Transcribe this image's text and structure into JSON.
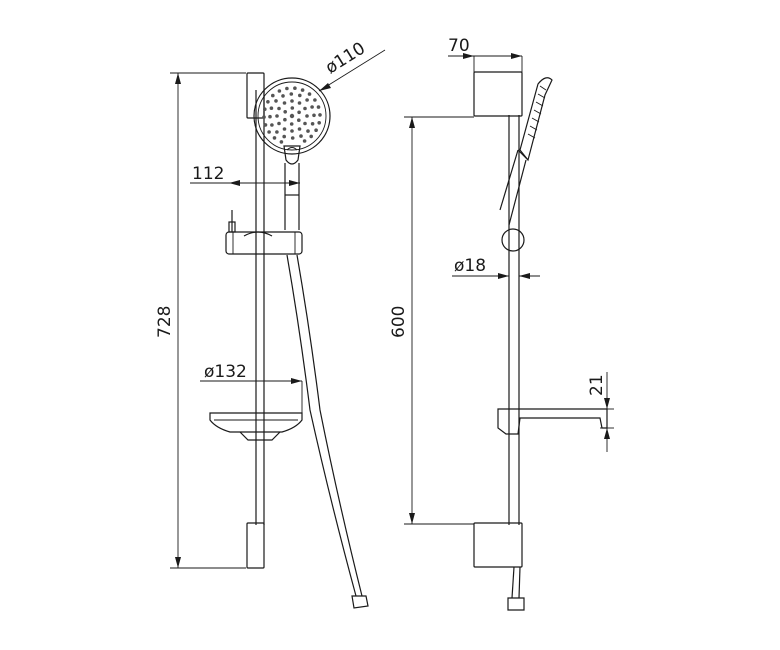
{
  "dimensions": {
    "total_height": "728",
    "bar_length": "600",
    "head_diameter": "ø110",
    "head_offset": "112",
    "dish_diameter": "ø132",
    "holder_depth": "70",
    "bar_diameter": "ø18",
    "dish_height": "21"
  }
}
